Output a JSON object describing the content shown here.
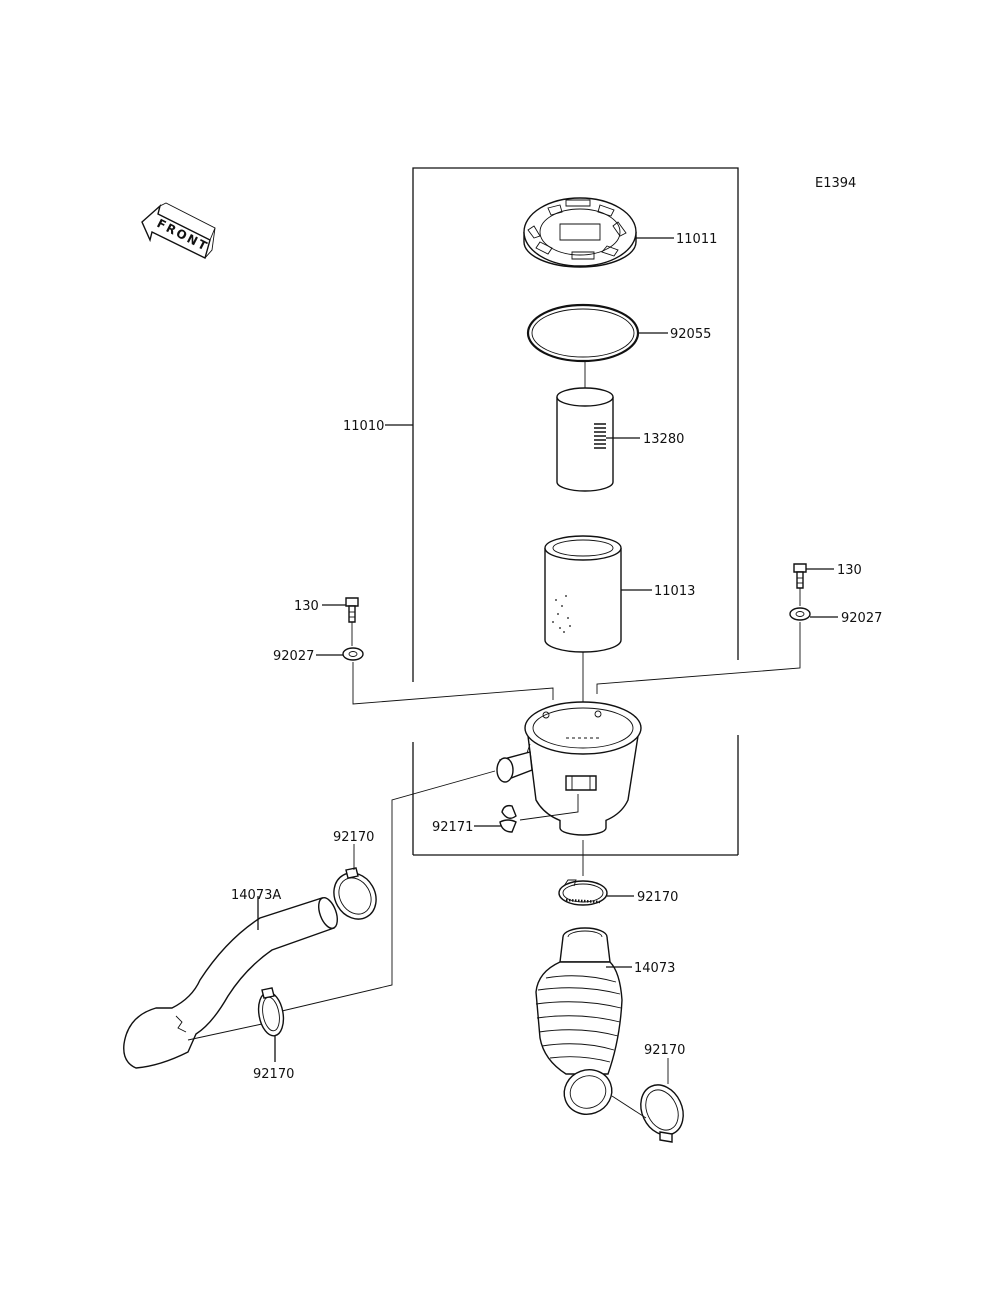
{
  "diagram_code": "E1394",
  "front_label": "FRONT",
  "callouts": {
    "air_filter_cover": "11011",
    "o_ring": "92055",
    "filter_element_outer": "13280",
    "air_cleaner_assembly": "11010",
    "filter_element_inner": "11013",
    "bolt_left": "130",
    "washer_left": "92027",
    "bolt_right": "130",
    "washer_right": "92027",
    "clamp_small": "92171",
    "clamp_upper_left": "92170",
    "clamp_center": "92170",
    "clamp_lower_left": "92170",
    "clamp_lower_right": "92170",
    "duct_left": "14073A",
    "duct_right": "14073"
  }
}
